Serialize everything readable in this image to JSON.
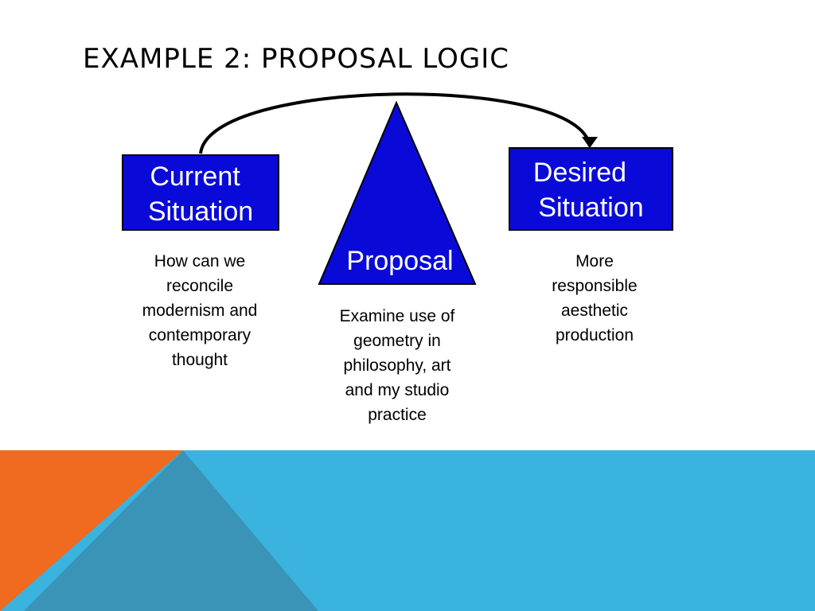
{
  "slide": {
    "title": "EXAMPLE 2: PROPOSAL LOGIC"
  },
  "diagram": {
    "current": {
      "box_lines": [
        "Current",
        "Situation"
      ],
      "desc_lines": [
        "How can we",
        "reconcile",
        "modernism and",
        "contemporary",
        "thought"
      ]
    },
    "proposal": {
      "label": "Proposal",
      "desc_lines": [
        "Examine use of",
        "geometry in",
        "philosophy, art",
        "and my studio",
        "practice"
      ]
    },
    "desired": {
      "box_lines": [
        "Desired",
        "Situation"
      ],
      "desc_lines": [
        "More",
        "responsible",
        "aesthetic",
        "production"
      ]
    }
  },
  "colors": {
    "box_fill": "#0a0ad8",
    "triangle_fill": "#0a0ad8",
    "orange": "#f06a1f",
    "sky_blue": "#3ab3de",
    "steel_blue": "#3a94b8"
  }
}
